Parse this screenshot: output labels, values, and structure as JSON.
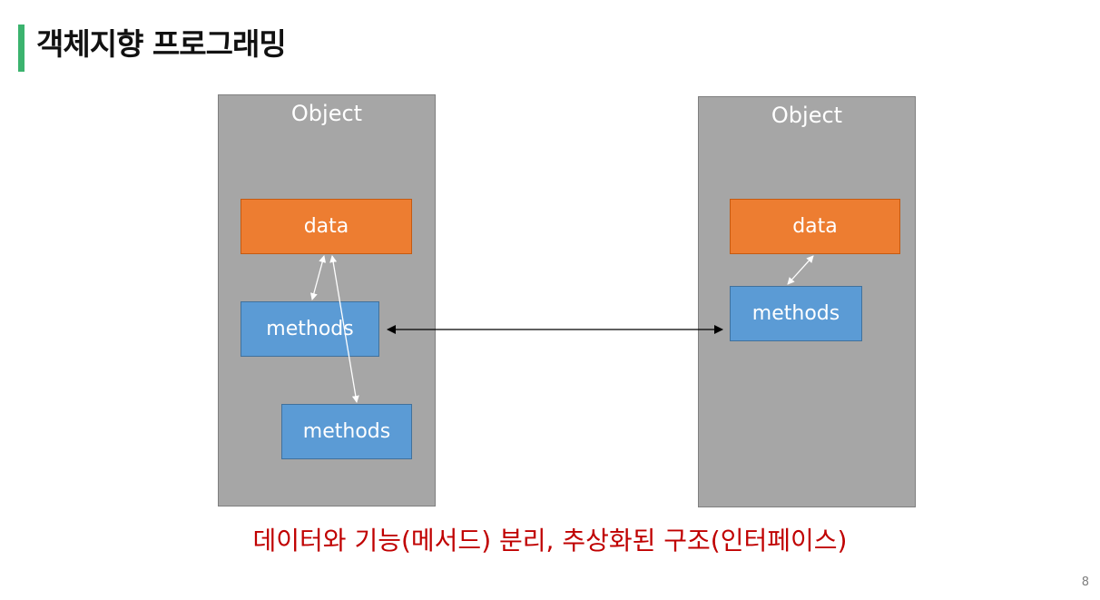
{
  "title": "객체지향 프로그래밍",
  "accent_color": "#3bb36e",
  "left_object": {
    "title": "Object",
    "data_label": "data",
    "methods_label": "methods",
    "methods2_label": "methods"
  },
  "right_object": {
    "title": "Object",
    "data_label": "data",
    "methods_label": "methods"
  },
  "caption": "데이터와 기능(메서드) 분리, 추상화된 구조(인터페이스)",
  "caption_color": "#c00000",
  "page_number": "8"
}
